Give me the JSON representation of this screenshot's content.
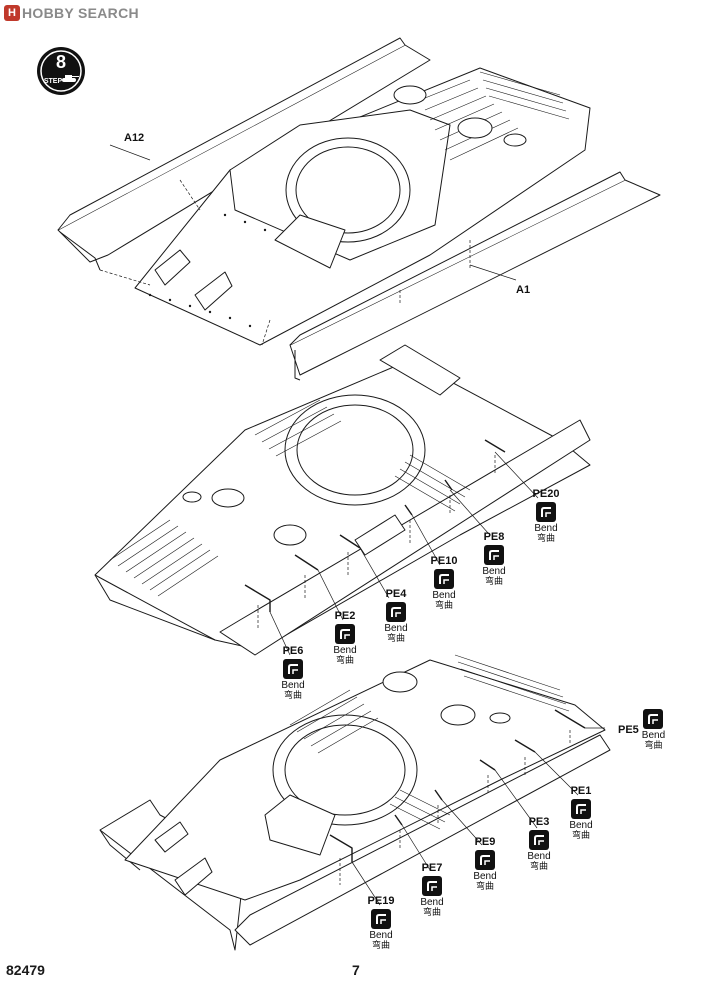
{
  "watermark": {
    "badge": "H",
    "text": "HOBBY SEARCH"
  },
  "step": {
    "number": "8",
    "label": "STEP"
  },
  "parts": {
    "a12": "A12",
    "a1": "A1"
  },
  "bend_text": "Bend",
  "bend_cn": "弯曲",
  "callouts": {
    "pe20": "PE20",
    "pe8": "PE8",
    "pe10": "PE10",
    "pe4": "PE4",
    "pe2": "PE2",
    "pe6": "PE6",
    "pe5": "PE5",
    "pe1": "PE1",
    "pe3": "PE3",
    "pe9": "PE9",
    "pe7": "PE7",
    "pe19": "PE19"
  },
  "footer": {
    "code": "82479",
    "page": "7"
  },
  "colors": {
    "watermark_badge": "#c0392b",
    "line": "#1a1a1a"
  }
}
